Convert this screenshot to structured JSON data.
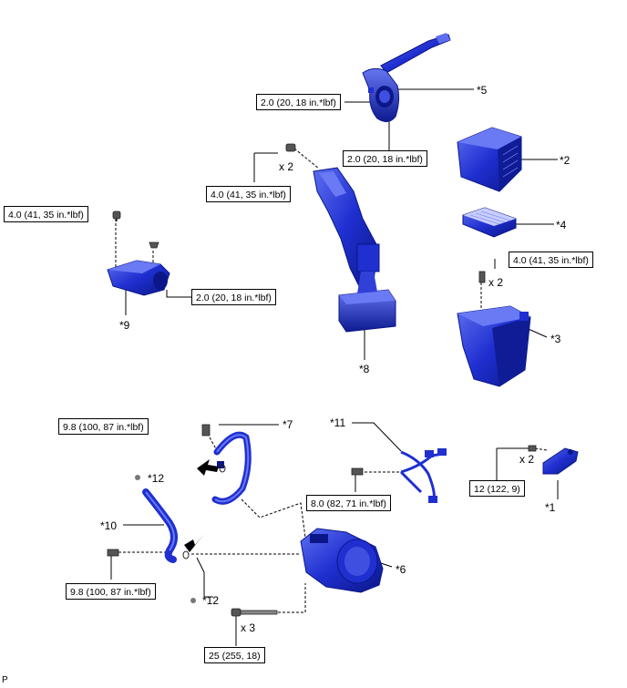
{
  "page_marker": "P",
  "torques": {
    "t5a": "2.0 (20, 18 in.*lbf)",
    "t5b": "2.0 (20, 18 in.*lbf)",
    "t8": "4.0 (41, 35 in.*lbf)",
    "t9a": "4.0 (41, 35 in.*lbf)",
    "t9b": "2.0 (20, 18 in.*lbf)",
    "t3": "4.0 (41, 35 in.*lbf)",
    "t7": "9.8 (100, 87 in.*lbf)",
    "t11": "8.0 (82, 71 in.*lbf)",
    "t1": "12 (122, 9)",
    "t10": "9.8 (100, 87 in.*lbf)",
    "t6": "25 (255, 18)"
  },
  "callouts": {
    "c5": "*5",
    "c2": "*2",
    "c4": "*4",
    "c9": "*9",
    "c8": "*8",
    "c3": "*3",
    "c7": "*7",
    "c11": "*11",
    "c1": "*1",
    "c12a": "*12",
    "c10": "*10",
    "c6": "*6",
    "c12b": "*12"
  },
  "quantities": {
    "q8": "x 2",
    "q3": "x 2",
    "q1": "x 2",
    "q6": "x 3"
  },
  "colors": {
    "part_blue": "#1f2fd0",
    "part_dark": "#0b1788",
    "part_light": "#5d6ef0",
    "line": "#000000"
  }
}
